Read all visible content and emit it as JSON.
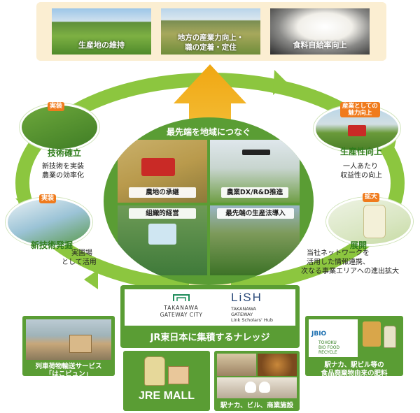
{
  "top_outcomes": [
    {
      "label": "生産地の維持"
    },
    {
      "label_line1": "地方の産業力向上・",
      "label_line2": "職の定着・定住"
    },
    {
      "label": "食料自給率向上"
    }
  ],
  "center": {
    "title": "最先端を地域につなぐ",
    "cells": [
      "農地の承継",
      "農業DX/R&D推進",
      "組織的経営",
      "最先端の生産法導入"
    ]
  },
  "cycle": {
    "tech_established": {
      "tag": "実装",
      "title": "技術確立",
      "desc_line1": "新技術を実装",
      "desc_line2": "農業の効率化"
    },
    "tech_development": {
      "tag": "実装",
      "title": "新技術発掘",
      "desc_line1": "実圃場",
      "desc_line2": "として活用"
    },
    "productivity": {
      "tag_line1": "産業としての",
      "tag_line2": "魅力向上",
      "title": "生産性向上",
      "desc_line1": "一人あたり",
      "desc_line2": "収益性の向上"
    },
    "expansion": {
      "tag": "拡大",
      "title": "展開",
      "desc_line1": "当社ネットワークを",
      "desc_line2": "活用した情報連携、",
      "desc_line3": "次なる事業エリアへの進出拡大"
    }
  },
  "knowledge_box": {
    "takanawa_line1": "TAKANAWA",
    "takanawa_line2": "GATEWAY CITY",
    "lish_logo": "LiSH",
    "lish_line1": "TAKANAWA",
    "lish_line2": "GATEWAY",
    "lish_line3": "Link Scholars' Hub",
    "banner": "JR東日本に集積するナレッジ"
  },
  "bottom": {
    "left_caption_line1": "列車荷物輸送サービス",
    "left_caption_line2": "「はこビュン」",
    "jre_mall": "JRE MALL",
    "center_caption": "駅ナカ、ビル、商業施設",
    "right_logo1": "JBIO",
    "right_logo2_line1": "TOHOKU",
    "right_logo2_line2": "BIO FOOD",
    "right_logo2_line3": "RECYCLE",
    "right_caption_line1": "駅ナカ、駅ビル等の",
    "right_caption_line2": "食品廃棄物由来の肥料"
  },
  "colors": {
    "green": "#2f7d1c",
    "light_green": "#8cc63f",
    "orange": "#f07b1d",
    "cream": "#fbeed2"
  }
}
